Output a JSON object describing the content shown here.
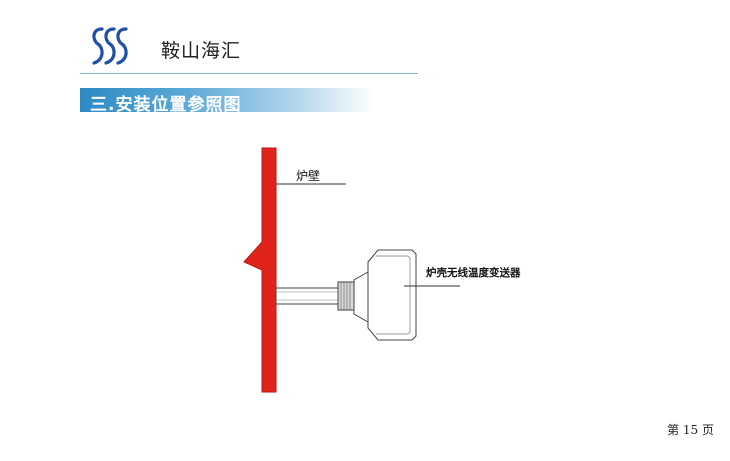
{
  "header": {
    "company_name": "鞍山海汇",
    "logo_icon": "sss-logo-icon",
    "brand_color": "#1f4fa8",
    "rule_color": "#7fb7d6"
  },
  "section": {
    "title": "三.安装位置参照图",
    "bar_color": "#2d8ac4"
  },
  "diagram": {
    "wall_label": "炉壁",
    "device_label": "炉壳无线温度变送器",
    "wall_color": "#e0241c",
    "line_color": "#333333"
  },
  "footer": {
    "page_label": "第 15 页"
  }
}
